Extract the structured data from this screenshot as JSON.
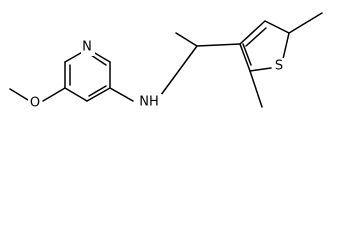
{
  "molecule": {
    "atoms": {
      "ring_nitrogen": "N",
      "ether_oxygen": "O",
      "amine": "NH",
      "sulfur": "S"
    }
  }
}
